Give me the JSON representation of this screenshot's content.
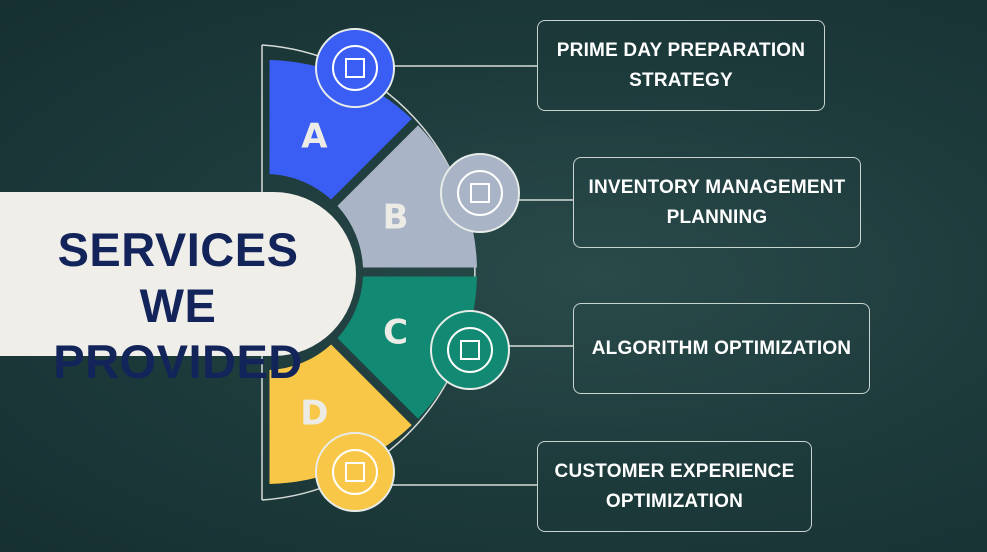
{
  "title": {
    "line1": "SERVICES WE",
    "line2": "PROVIDED"
  },
  "segments": [
    {
      "letter": "A",
      "color": "#3a5df4",
      "icon": "checklist-gear-icon"
    },
    {
      "letter": "B",
      "color": "#a9b5c6",
      "icon": "box-cycle-icon"
    },
    {
      "letter": "C",
      "color": "#128a73",
      "icon": "workflow-gear-icon"
    },
    {
      "letter": "D",
      "color": "#f8c748",
      "icon": "handshake-icon"
    }
  ],
  "services": [
    {
      "line1": "PRIME DAY PREPARATION",
      "line2": "STRATEGY"
    },
    {
      "line1": "INVENTORY MANAGEMENT",
      "line2": "PLANNING"
    },
    {
      "line1": "ALGORITHM OPTIMIZATION",
      "line2": ""
    },
    {
      "line1": "CUSTOMER EXPERIENCE",
      "line2": "OPTIMIZATION"
    }
  ],
  "colors": {
    "background": "#1d3a3b",
    "label_bg": "#f0eee9",
    "title_text": "#13245a"
  }
}
